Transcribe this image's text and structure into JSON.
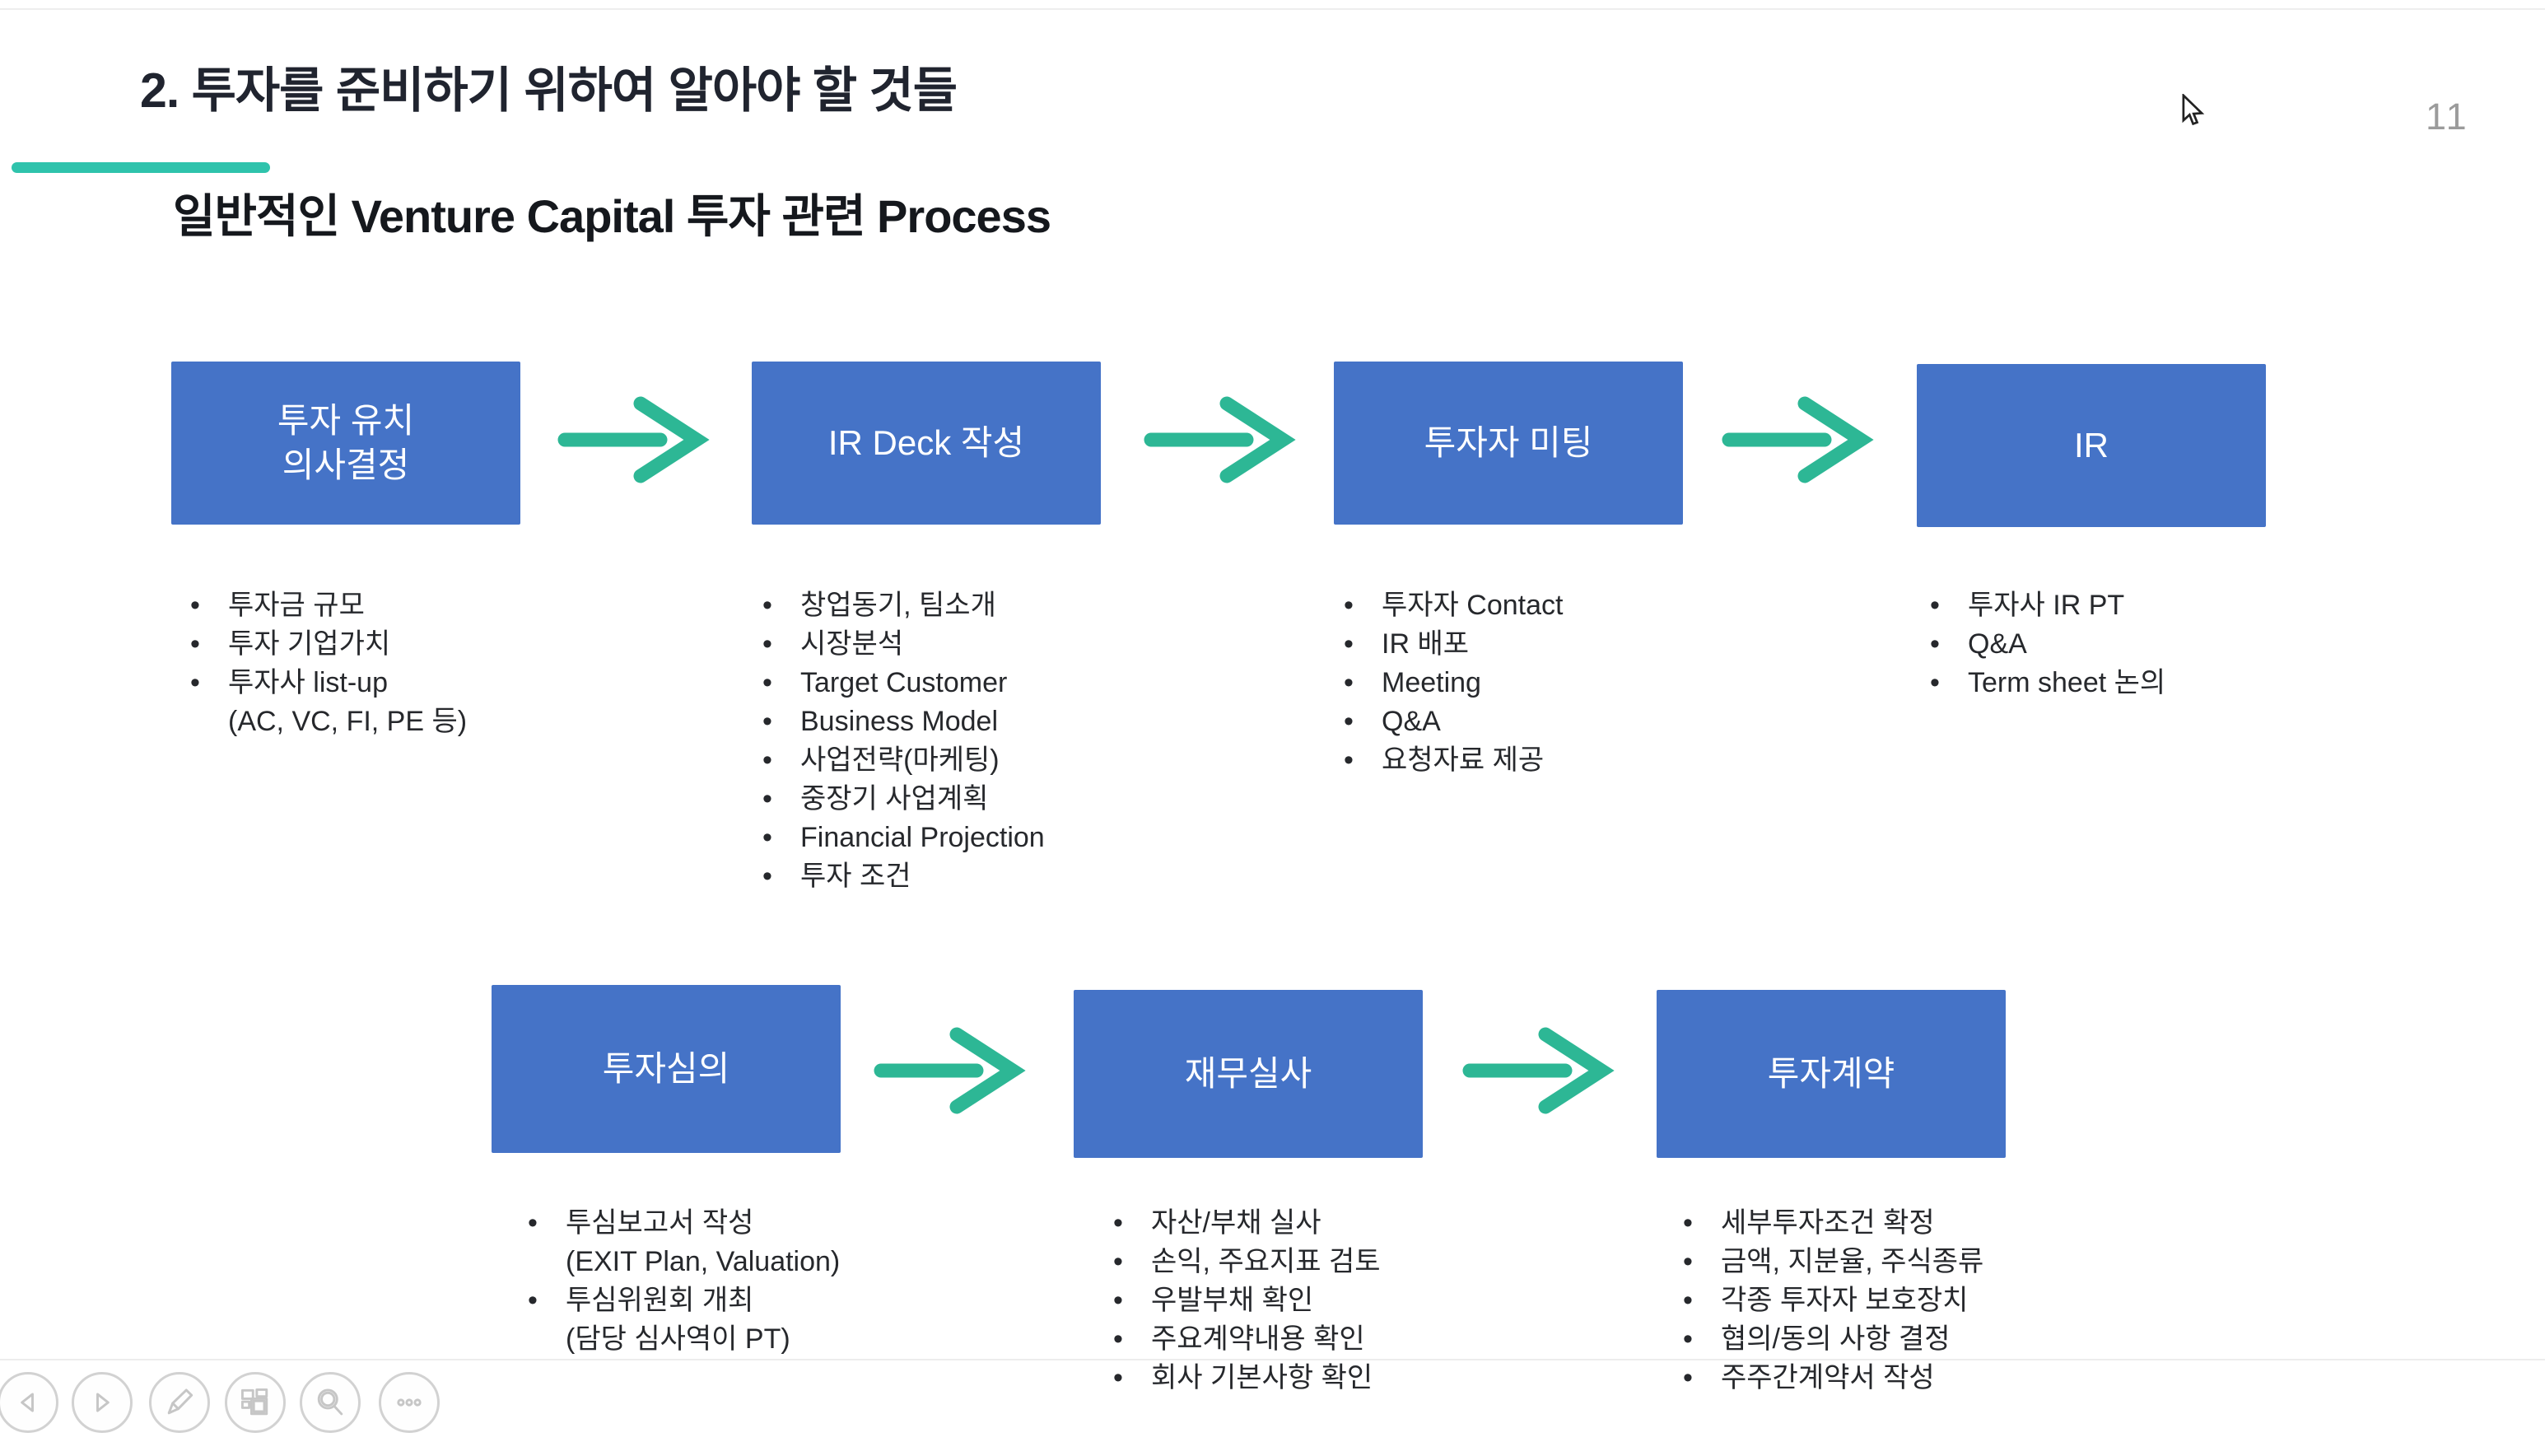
{
  "header": {
    "title": "2. 투자를 준비하기 위하여 알아야 할 것들",
    "subtitle": "일반적인 Venture Capital 투자 관련 Process",
    "page_number": "11"
  },
  "colors": {
    "box_blue": "#4573c7",
    "arrow_teal": "#2db795",
    "underline_teal": "#2fc3ac"
  },
  "flow": {
    "row1_boxes": [
      "투자 유치\n의사결정",
      "IR Deck 작성",
      "투자자 미팅",
      "IR"
    ],
    "row2_boxes": [
      "투자심의",
      "재무실사",
      "투자계약"
    ],
    "row1_lists": {
      "box1": [
        "투자금 규모",
        "투자 기업가치",
        "투자사 list-up",
        "(AC, VC, FI, PE 등)"
      ],
      "box2": [
        "창업동기, 팀소개",
        "시장분석",
        "Target Customer",
        "Business Model",
        "사업전략(마케팅)",
        "중장기 사업계획",
        "Financial Projection",
        "투자 조건"
      ],
      "box3": [
        "투자자 Contact",
        "IR 배포",
        "Meeting",
        "Q&A",
        "요청자료 제공"
      ],
      "box4": [
        "투자사 IR PT",
        "Q&A",
        "Term sheet 논의"
      ]
    },
    "row2_lists": {
      "box5": [
        "투심보고서 작성",
        "(EXIT Plan, Valuation)",
        "투심위원회 개최",
        "(담당 심사역이 PT)"
      ],
      "box6": [
        "자산/부채 실사",
        "손익, 주요지표 검토",
        "우발부채 확인",
        "주요계약내용 확인",
        "회사 기본사항 확인"
      ],
      "box7": [
        "세부투자조건 확정",
        "금액, 지분율, 주식종류",
        "각종 투자자 보호장치",
        "협의/동의 사항 결정",
        "주주간계약서 작성"
      ]
    }
  },
  "toolbar": {
    "icons": [
      "previous-slide",
      "next-slide",
      "pen-tool",
      "slide-panel",
      "zoom-search",
      "more-options"
    ]
  }
}
